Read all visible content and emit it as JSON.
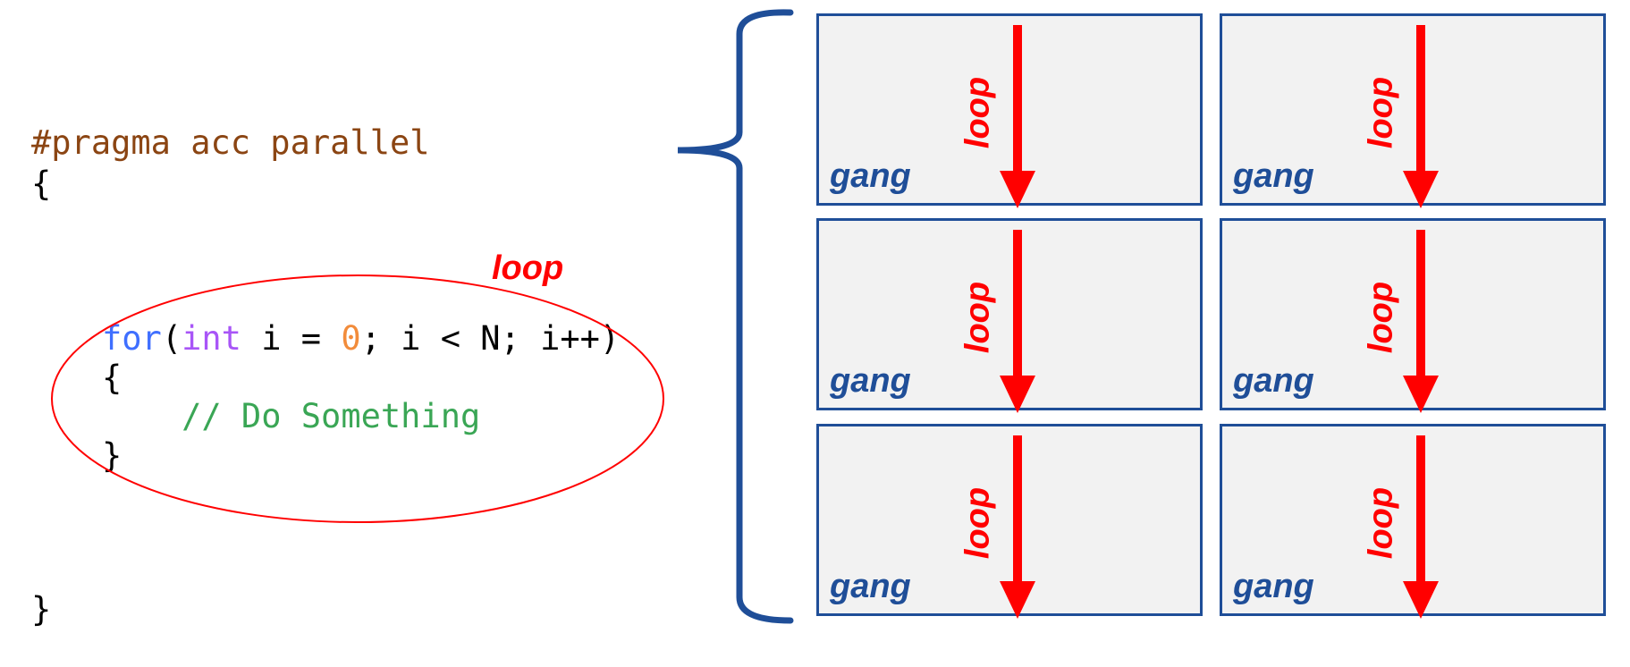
{
  "code": {
    "pragma": "#pragma acc parallel",
    "open_brace": "{",
    "for_keyword": "for",
    "for_paren_open": "(",
    "int_keyword": "int",
    "for_init_mid": " i = ",
    "zero": "0",
    "for_rest": "; i < N; i++)",
    "inner_open_brace": "{",
    "comment": "// Do Something",
    "inner_close_brace": "}",
    "close_brace": "}"
  },
  "loop_annotation": "loop",
  "colors": {
    "pragma": "#8b4513",
    "for_keyword": "#3f6fff",
    "type_keyword": "#a855f7",
    "number": "#f28c3b",
    "comment": "#3aa655",
    "loop": "#ff0000",
    "gang": "#1f4e98",
    "box_fill": "#f2f2f2"
  },
  "gangs": [
    {
      "gang_label": "gang",
      "loop_label": "loop"
    },
    {
      "gang_label": "gang",
      "loop_label": "loop"
    },
    {
      "gang_label": "gang",
      "loop_label": "loop"
    },
    {
      "gang_label": "gang",
      "loop_label": "loop"
    },
    {
      "gang_label": "gang",
      "loop_label": "loop"
    },
    {
      "gang_label": "gang",
      "loop_label": "loop"
    }
  ]
}
